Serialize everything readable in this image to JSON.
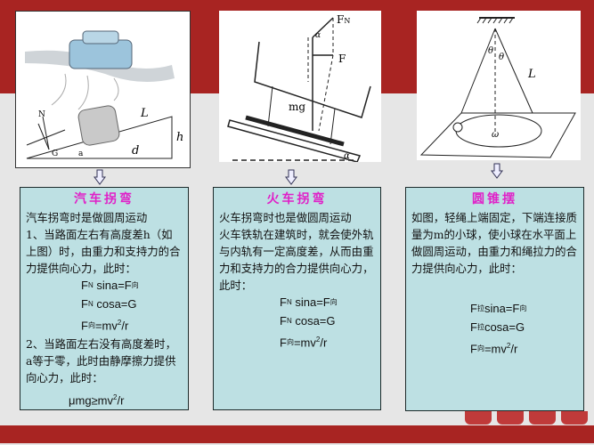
{
  "figures": {
    "car": {
      "labels": {
        "N": "N",
        "G": "G",
        "a": "a",
        "L": "L",
        "h": "h",
        "d": "d"
      }
    },
    "train": {
      "labels": {
        "FN": "F",
        "FN_sub": "N",
        "F": "F",
        "mg": "mg",
        "alpha": "α"
      }
    },
    "cone": {
      "labels": {
        "theta1": "θ",
        "theta2": "θ",
        "L": "L",
        "omega": "ω"
      }
    }
  },
  "arrow_icon": "down-arrow-outline",
  "panels": {
    "car": {
      "title": "汽车拐弯",
      "paragraphs": [
        "汽车拐弯时是做圆周运动",
        "1、当路面左右有高度差h（如上图）时，由重力和支持力的合力提供向心力，此时："
      ],
      "equations": [
        {
          "left": "F",
          "sub": "N",
          "rest": " sina=F",
          "sub2": "向",
          "sup": ""
        },
        {
          "left": "F",
          "sub": "N",
          "rest": " cosa=G",
          "sub2": "",
          "sup": ""
        },
        {
          "left": "F",
          "sub": "向",
          "rest": "=mv",
          "sub2": "",
          "sup": "2",
          "tail": "/r"
        }
      ],
      "paragraph2": "2、当路面左右没有高度差时，a等于零，此时由静摩擦力提供向心力，此时：",
      "final_eq": {
        "rest": "μmg≥mv",
        "sup": "2",
        "tail": "/r"
      }
    },
    "train": {
      "title": "火车拐弯",
      "paragraphs": [
        "火车拐弯时也是做圆周运动",
        "火车铁轨在建筑时，就会使外轨与内轨有一定高度差，从而由重力和支持力的合力提供向心力，此时："
      ],
      "equations": [
        {
          "left": "F",
          "sub": "N",
          "rest": " sina=F",
          "sub2": "向",
          "sup": ""
        },
        {
          "left": "F",
          "sub": "N",
          "rest": " cosa=G",
          "sub2": "",
          "sup": ""
        },
        {
          "left": "F",
          "sub": "向",
          "rest": "=mv",
          "sub2": "",
          "sup": "2",
          "tail": "/r"
        }
      ]
    },
    "cone": {
      "title": "圆锥摆",
      "paragraphs": [
        "如图，轻绳上端固定，下端连接质量为m的小球，使小球在水平面上做圆周运动，由重力和绳拉力的合力提供向心力，此时："
      ],
      "equations": [
        {
          "left": "F",
          "sub": "拉",
          "rest": "sina=F",
          "sub2": "向",
          "sup": ""
        },
        {
          "left": "F",
          "sub": "拉",
          "rest": "cosa=G",
          "sub2": "",
          "sup": ""
        },
        {
          "left": "F",
          "sub": "向",
          "rest": "=mv",
          "sub2": "",
          "sup": "2",
          "tail": "/r"
        }
      ]
    }
  },
  "colors": {
    "red": "#a82422",
    "panel": "#bde0e3",
    "title": "#e020c8"
  }
}
